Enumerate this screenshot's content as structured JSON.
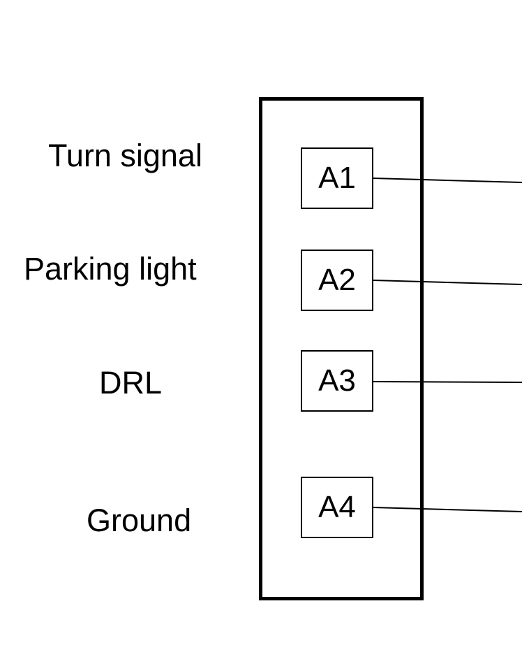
{
  "diagram": {
    "signals": [
      {
        "label": "Turn signal",
        "pin": "A1"
      },
      {
        "label": "Parking light",
        "pin": "A2"
      },
      {
        "label": "DRL",
        "pin": "A3"
      },
      {
        "label": "Ground",
        "pin": "A4"
      }
    ],
    "colors": {
      "line": "#000000",
      "background": "#ffffff"
    }
  }
}
